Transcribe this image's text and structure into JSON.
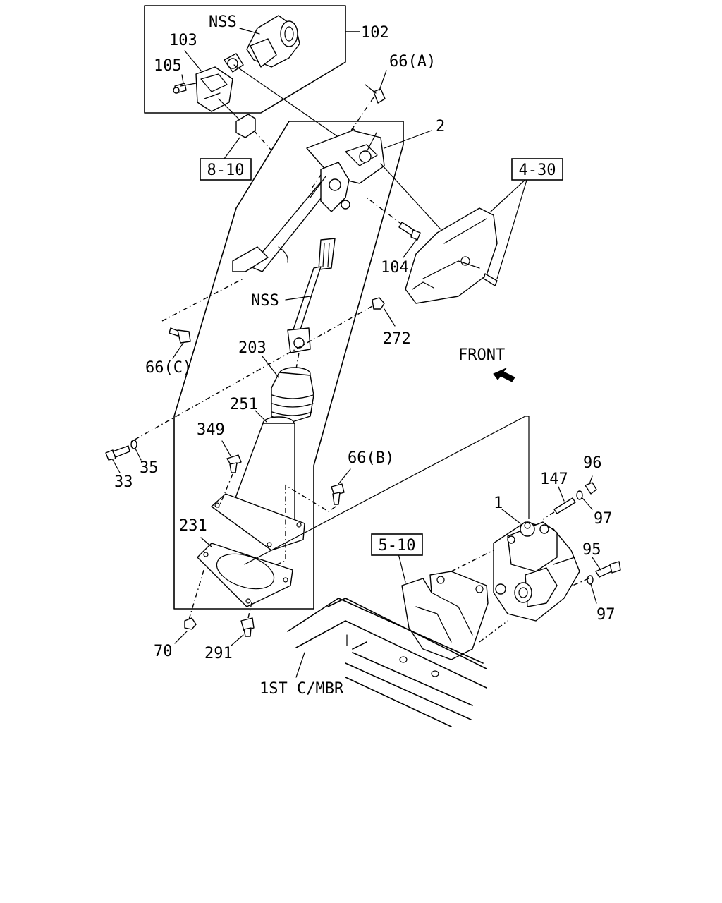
{
  "labels": {
    "nss_top": "NSS",
    "p102": "102",
    "p103": "103",
    "p105": "105",
    "p66a": "66(A)",
    "p2": "2",
    "p104": "104",
    "nss_mid": "NSS",
    "p272": "272",
    "p66c": "66(C)",
    "p203": "203",
    "p251": "251",
    "p349": "349",
    "p33": "33",
    "p35": "35",
    "p66b": "66(B)",
    "p231": "231",
    "p70": "70",
    "p291": "291",
    "p1": "1",
    "p147": "147",
    "p96": "96",
    "p97a": "97",
    "p95": "95",
    "p97b": "97",
    "front": "FRONT",
    "member": "1ST C/MBR"
  },
  "refs": {
    "r810": "8-10",
    "r430": "4-30",
    "r510": "5-10"
  },
  "icons": {
    "front_arrow": "front-arrow-icon"
  }
}
